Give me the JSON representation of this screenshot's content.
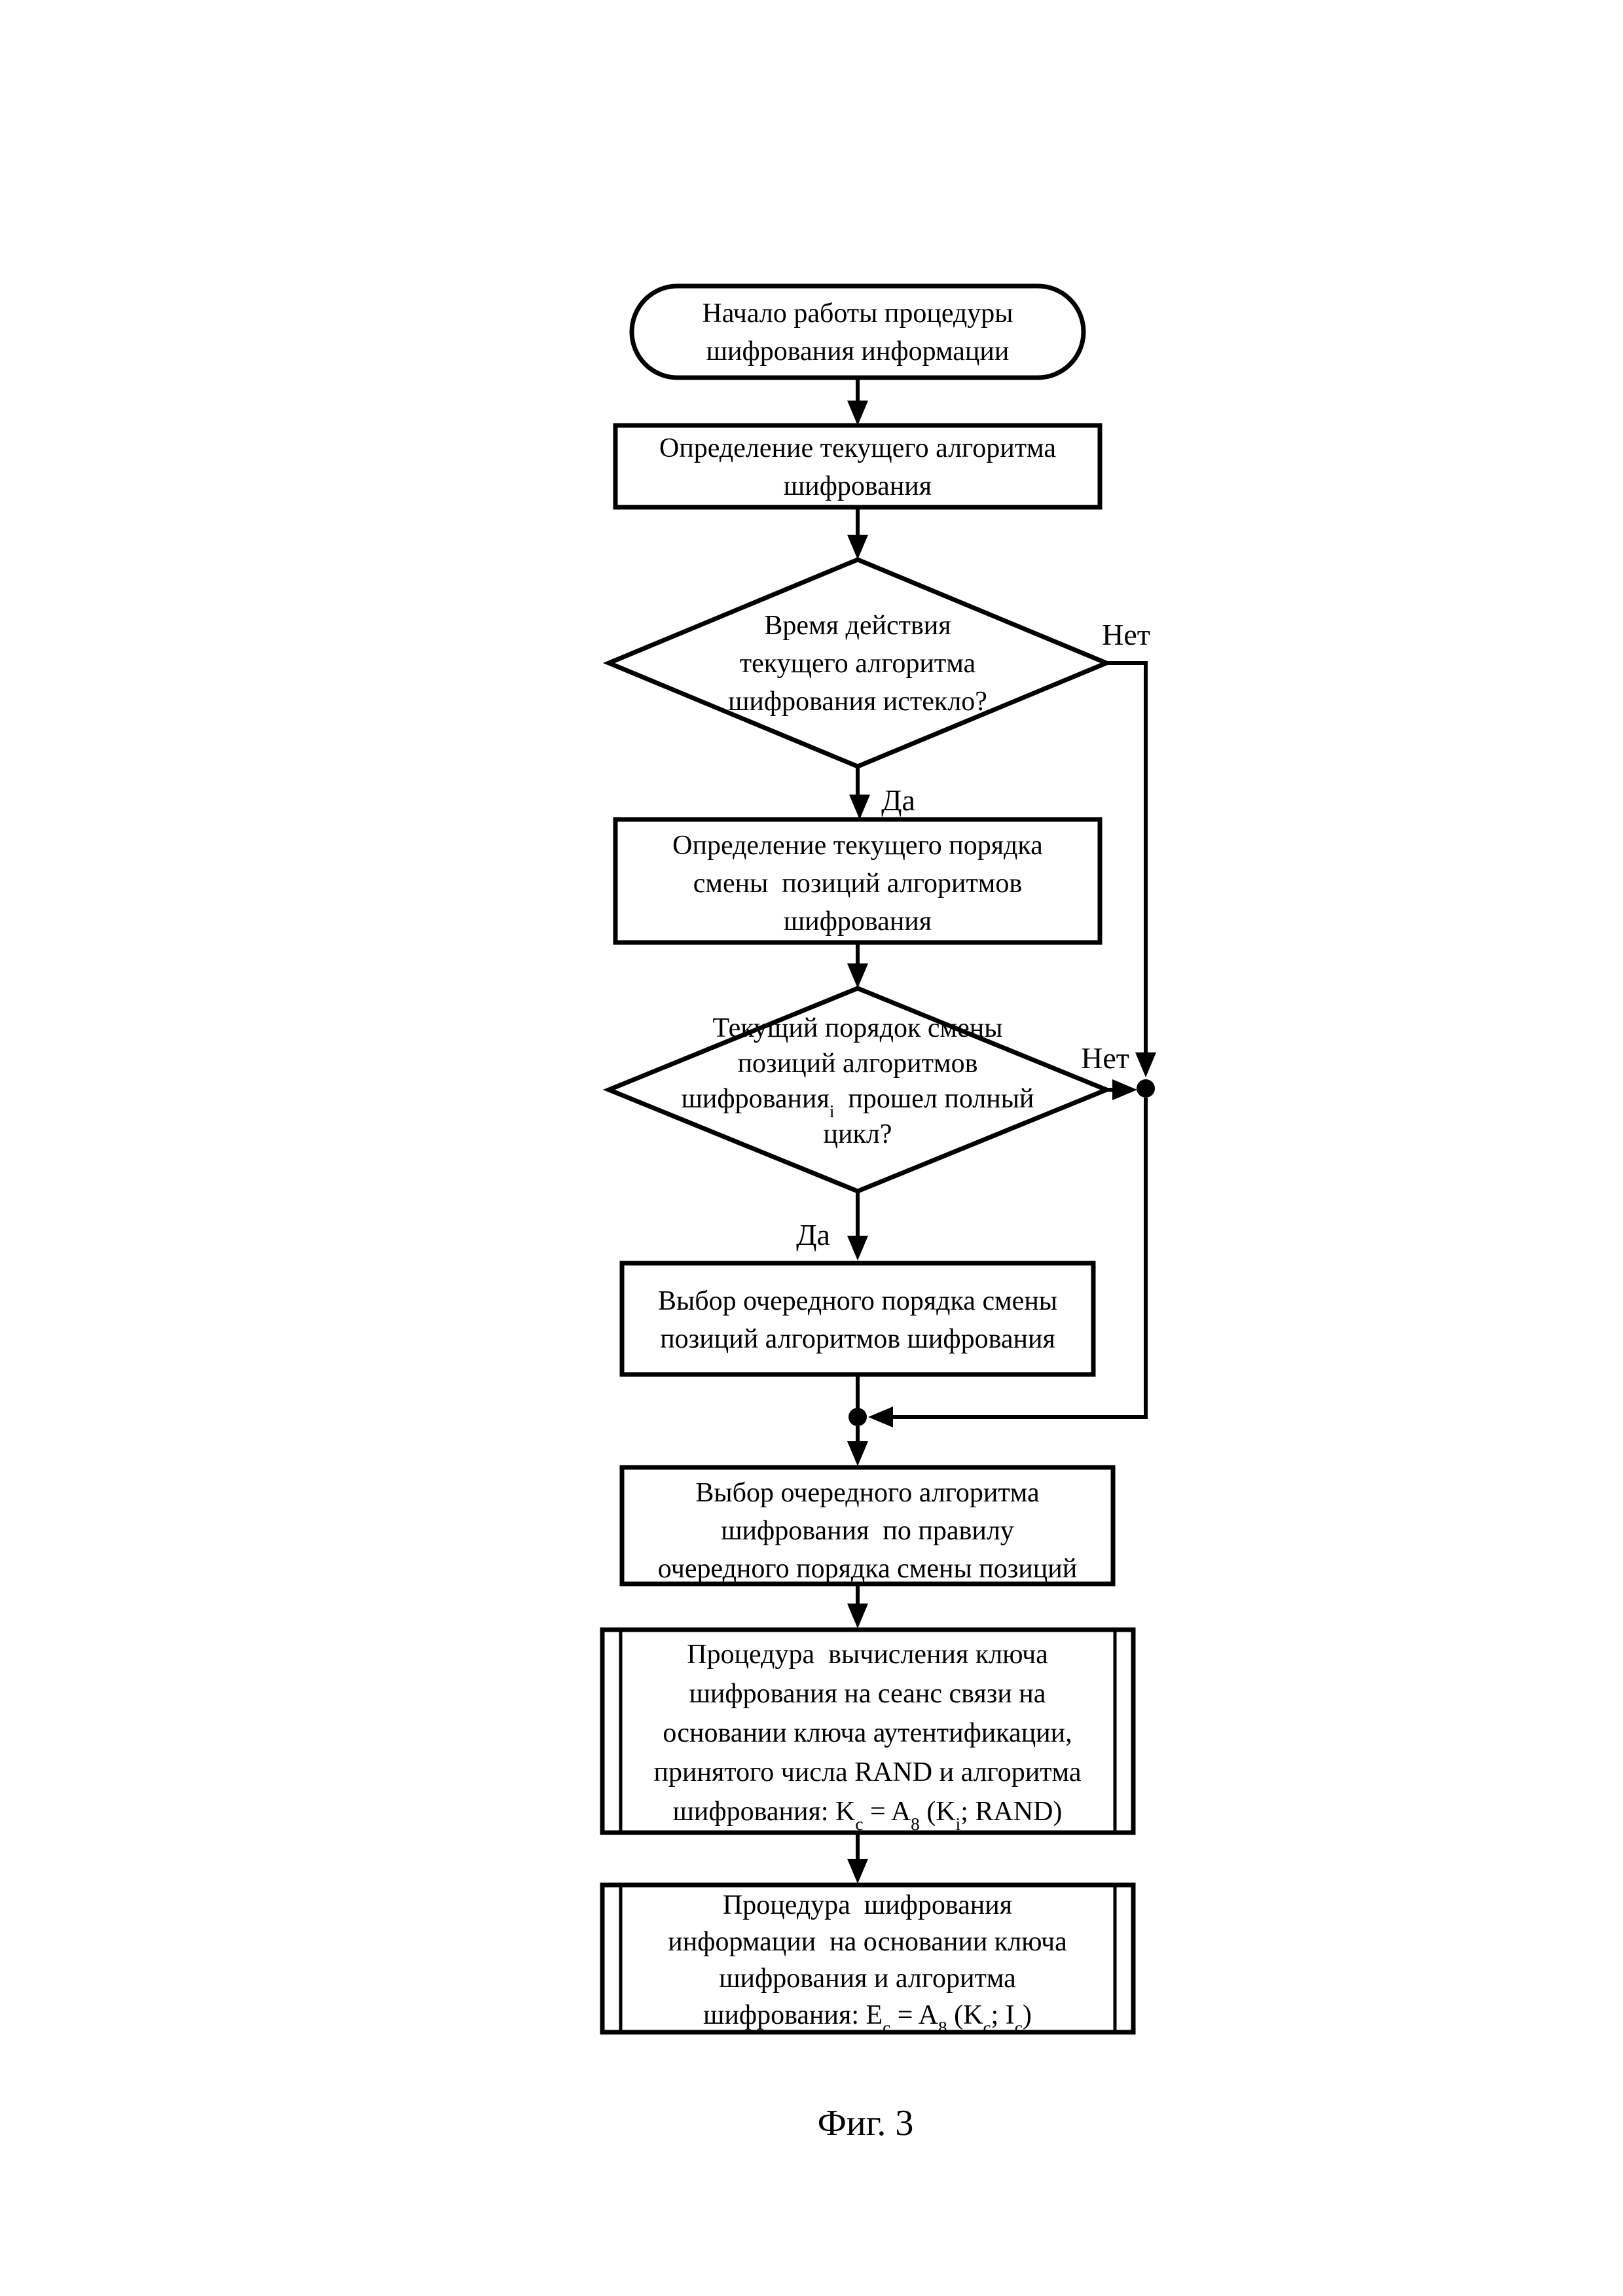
{
  "page": {
    "background": "#ffffff",
    "ink": "#000000"
  },
  "figure_caption": "Фиг. 3",
  "branch_labels": {
    "no1": "Нет",
    "yes1": "Да",
    "no2": "Нет",
    "yes2": "Да"
  },
  "nodes": {
    "start": {
      "type": "terminator",
      "lines": [
        "Начало работы процедуры",
        "шифрования информации"
      ]
    },
    "define_current_algorithm": {
      "type": "process",
      "lines": [
        "Определение текущего алгоритма",
        "шифрования"
      ]
    },
    "algorithm_time_expired": {
      "type": "decision",
      "lines": [
        "Время действия",
        "текущего алгоритма",
        "шифрования истекло?"
      ]
    },
    "define_current_order": {
      "type": "process",
      "lines": [
        "Определение текущего порядка",
        "смены  позиций алгоритмов",
        "шифрования"
      ]
    },
    "order_full_cycle": {
      "type": "decision",
      "lines": [
        "Текущий порядок смены",
        "позиций алгоритмов",
        [
          {
            "t": "шифрования"
          },
          {
            "t": "i",
            "sub": true
          },
          {
            "t": "  прошел полный"
          }
        ],
        "цикл?"
      ]
    },
    "select_next_order": {
      "type": "process",
      "lines": [
        "Выбор очередного порядка смены",
        "позиций алгоритмов шифрования"
      ]
    },
    "select_next_algorithm": {
      "type": "process",
      "lines": [
        "Выбор очередного алгоритма",
        "шифрования  по правилу",
        "очередного порядка смены позиций"
      ]
    },
    "compute_session_key": {
      "type": "predefined-process",
      "lines": [
        "Процедура  вычисления ключа",
        "шифрования на сеанс связи на",
        "основании ключа аутентификации,",
        "принятого числа RAND и алгоритма",
        [
          {
            "t": "шифрования: K"
          },
          {
            "t": "c",
            "sub": true
          },
          {
            "t": " = A"
          },
          {
            "t": "8",
            "sub": true
          },
          {
            "t": " (K"
          },
          {
            "t": "i",
            "sub": true
          },
          {
            "t": "; RAND)"
          }
        ]
      ]
    },
    "encrypt_information": {
      "type": "predefined-process",
      "lines": [
        "Процедура  шифрования",
        "информации  на основании ключа",
        "шифрования и алгоритма",
        [
          {
            "t": "шифрования: E"
          },
          {
            "t": "c",
            "sub": true
          },
          {
            "t": " = A"
          },
          {
            "t": "8",
            "sub": true
          },
          {
            "t": " (K"
          },
          {
            "t": "c",
            "sub": true
          },
          {
            "t": "; I"
          },
          {
            "t": "c",
            "sub": true
          },
          {
            "t": ")"
          }
        ]
      ]
    }
  }
}
